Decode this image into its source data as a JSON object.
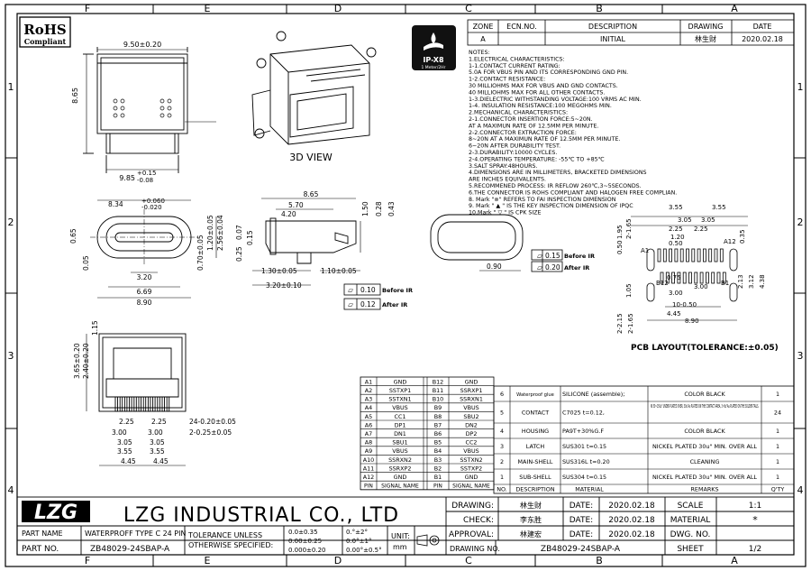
{
  "frame": {
    "col_labels": [
      "F",
      "E",
      "D",
      "C",
      "B",
      "A"
    ],
    "row_labels": [
      "1",
      "2",
      "3",
      "4"
    ]
  },
  "rohs": {
    "title": "RoHS",
    "subtitle": "Compliant"
  },
  "ip_badge": {
    "rating": "IP-X8",
    "depth": "1 Meter/2Hr"
  },
  "revision_table": {
    "headers": [
      "ZONE",
      "ECN.NO.",
      "DESCRIPTION",
      "DRAWING",
      "DATE"
    ],
    "row": {
      "zone": "A",
      "ecn": "",
      "description": "INITIAL",
      "drawing": "林生财",
      "date": "2020.02.18"
    }
  },
  "notes": [
    "NOTES:",
    "1.ELECTRICAL  CHARACTERISTICS:",
    "    1-1.CONTACT  CURRENT  RATING:",
    "          5.0A FOR VBUS PIN AND ITS CORRESPONDING GND PIN.",
    "    1-2.CONTACT  RESISTANCE:",
    "          30 MILLIOHMS MAX FOR VBUS AND GND CONTACTS.",
    "          40 MILLIOHMS MAX FOR ALL OTHER CONTACTS.",
    "    1-3.DIELECTRIC WITHSTANDING VOLTAGE:100 VRMS AC MIN.",
    "    1-4. INSULATION RESISTANCE:100 MEGOHMS MIN.",
    "2.MECHANICAL CHARACTERISTICS:",
    "    2-1.CONNECTOR INSERTION FORCE:5~20N.",
    "          AT A MAXIMUN RATE OF 12.5MM PER MINUTE.",
    "    2-2.CONNECTOR EXTRACTION FORCE:",
    "          8~20N AT A MAXIMUN RATE OF 12.5MM PER MINUTE.",
    "          6~20N AFTER  DURABILITY TEST.",
    "    2-3.DURABILITY:10000 CYCLES.",
    "    2-4.OPERATING TEMPERATURE: -55℃ TO +85℃",
    "3.SALT SPRAY:48HOURS.",
    "4.DIMENSIONS ARE IN MILLIMETERS, BRACKETED DIMENSIONS",
    "    ARE INCHES EQUIVALENTS.",
    "5.RECOMMENED PROCESS: IR REFLOW 260℃,3~5SECONDS.",
    "6.THE CONNECTOR IS ROHS COMPLIANT AND HALOGEN FREE COMPLIAN.",
    "8. Mark \"⊚\" REFERS TO FAI INSPECTION DIMENSION",
    "9. Mark \" ▲ \" IS THE KEY INSPECTION DIMENSION OF IPQC",
    "10.Mark \" ▽ \" IS CPK SIZE"
  ],
  "views": {
    "iso_label": "3D VIEW",
    "pcb_label": "PCB LAYOUT(TOLERANCE:±0.05)"
  },
  "dims": {
    "top_width": "9.50±0.20",
    "top_height": "8.65",
    "top_bottom": "9.85",
    "top_bottom_tol_plus": "+0.15",
    "top_bottom_tol_minus": "-0.08",
    "front_width": "8.34",
    "front_tol_plus": "+0.060",
    "front_tol_minus": "-0.020",
    "front_h1": "2.56±0.04",
    "front_h2": "1.20±0.05",
    "front_h3": "0.70±0.05",
    "front_w1": "3.20",
    "front_w2": "6.69",
    "front_w3": "8.90",
    "front_l1": "0.65",
    "front_l2": "0.05",
    "side_len": "8.65",
    "side_a": "5.70",
    "side_b": "4.20",
    "side_c": "1.50",
    "side_d": "1.10±0.05",
    "side_e": "1.30±0.05",
    "side_f": "3.20±0.10",
    "side_g": "0.43",
    "side_h": "0.15",
    "side_i": "0.07",
    "side_j": "0.25",
    "side_k": "0.28",
    "flat1": "0.10",
    "flat1_note": "Before IR",
    "flat2": "0.12",
    "flat2_note": "After IR",
    "end_w": "0.90",
    "end_flat1": "0.15",
    "end_flat1_note": "Before IR",
    "end_flat2": "0.20",
    "end_flat2_note": "After IR",
    "bottom_h1": "3.65±0.20",
    "bottom_h2": "2.40±0.20",
    "bottom_h3": "1.15",
    "bottom_r1": "24-0.20±0.05",
    "bottom_r2": "2-0.25±0.05",
    "bottom_w1": "2.25",
    "bottom_w2": "3.00",
    "bottom_w3": "3.05",
    "bottom_w4": "3.55",
    "bottom_w5": "4.45"
  },
  "pcb": {
    "w1": "3.55",
    "w2": "3.05",
    "w3": "2.25",
    "w4": "1.20",
    "w5": "0.50",
    "h1": "0.50",
    "h2": "0.35",
    "h3": "1.95",
    "h4": "1.05",
    "h5": "4.38",
    "h6": "3.12",
    "h7": "2.13",
    "w6": "0.75",
    "w7": "3.00",
    "w8": "4.45",
    "w9": "8.90",
    "w10": "10-0.50",
    "w11": "2-2.15",
    "w12": "2-1.65",
    "labels": [
      "A1",
      "A12",
      "B12",
      "B1"
    ]
  },
  "pin_table": {
    "headers": [
      "PIN",
      "SIGNAL NAME",
      "PIN",
      "SIGNAL NAME"
    ],
    "rows": [
      [
        "A1",
        "GND",
        "B12",
        "GND"
      ],
      [
        "A2",
        "SSTXP1",
        "B11",
        "SSRXP1"
      ],
      [
        "A3",
        "SSTXN1",
        "B10",
        "SSRXN1"
      ],
      [
        "A4",
        "VBUS",
        "B9",
        "VBUS"
      ],
      [
        "A5",
        "CC1",
        "B8",
        "SBU2"
      ],
      [
        "A6",
        "DP1",
        "B7",
        "DN2"
      ],
      [
        "A7",
        "DN1",
        "B6",
        "DP2"
      ],
      [
        "A8",
        "SBU1",
        "B5",
        "CC2"
      ],
      [
        "A9",
        "VBUS",
        "B4",
        "VBUS"
      ],
      [
        "A10",
        "SSRXN2",
        "B3",
        "SSTXN2"
      ],
      [
        "A11",
        "SSRXP2",
        "B2",
        "SSTXP2"
      ],
      [
        "A12",
        "GND",
        "B1",
        "GND"
      ]
    ]
  },
  "bom": {
    "headers": [
      "NO.",
      "DESCRIPTION",
      "MATERIAL",
      "REMARKS",
      "Q'TY"
    ],
    "rows": [
      [
        "6",
        "Waterproof glue",
        "SILICONE (assemble);",
        "COLOR BLACK",
        "1"
      ],
      [
        "5",
        "CONTACT",
        "C7025  t=0.12,",
        "NI 50~150u\" UNDER PLATED OVER, 30u\"Au PLATED ON THE CONTACT AREA, 3~8u\"Au PLATED ON THE SOLDER TAILS.",
        "24"
      ],
      [
        "4",
        "HOUSING",
        "PA9T+30%G.F",
        "COLOR BLACK",
        "1"
      ],
      [
        "3",
        "LATCH",
        "SUS301  t=0.15",
        "NICKEL PLATED 30u\" MIN. OVER ALL",
        "1"
      ],
      [
        "2",
        "MAIN-SHELL",
        "SUS316L  t=0.20",
        "CLEANING",
        "1"
      ],
      [
        "1",
        "SUB-SHELL",
        "SUS304  t=0.15",
        "NICKEL PLATED 30u\" MIN. OVER ALL",
        "1"
      ]
    ]
  },
  "title_block": {
    "logo": "LZG",
    "company": "LZG  INDUSTRIAL  CO.,  LTD",
    "part_name_label": "PART NAME",
    "part_name": "WATERPROFF TYPE C 24 PIN",
    "part_no_label": "PART NO.",
    "part_no": "ZB48029-24SBAP-A",
    "tol_label1": "TOLERANCE UNLESS",
    "tol_label2": "OTHERWISE SPECIFIED:",
    "tol_vals": [
      "0.0±0.35",
      "0.00±0.25",
      "0.000±0.20"
    ],
    "ang_vals": [
      "0.°±2°",
      "0.0°±1°",
      "0.00°±0.5°"
    ],
    "unit_label": "UNIT:",
    "unit": "mm",
    "drawing_label": "DRAWING:",
    "drawing_by": "林生财",
    "check_label": "CHECK:",
    "check_by": "李东胜",
    "approval_label": "APPROVAL:",
    "approval_by": "林建宏",
    "drawing_no_label": "DRAWING NO.",
    "drawing_no": "ZB48029-24SBAP-A",
    "date_label": "DATE:",
    "date": "2020.02.18",
    "scale_label": "SCALE",
    "scale": "1:1",
    "material_label": "MATERIAL",
    "material": "*",
    "dwg_no_label": "DWG. NO.",
    "dwg_no": "",
    "sheet_label": "SHEET",
    "sheet": "1/2"
  }
}
